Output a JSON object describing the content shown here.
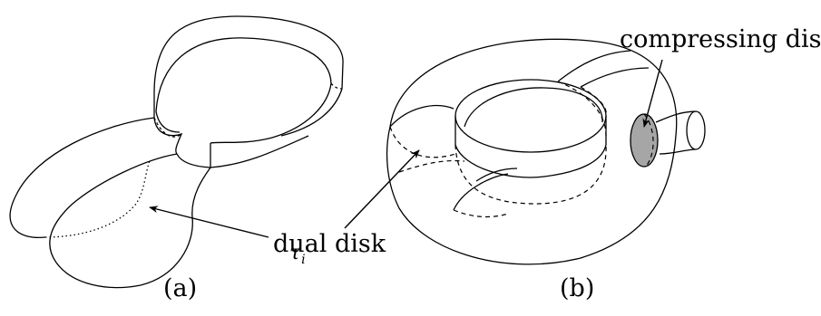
{
  "labels": {
    "tau_symbol": "τ",
    "tau_subscript": "i",
    "dual_disk": "dual disk",
    "compressing_disk": "compressing disk",
    "caption_a": "(a)",
    "caption_b": "(b)"
  },
  "colors": {
    "stroke": "#000000",
    "compressing_disk_fill": "#a6a6a6",
    "background": "#ffffff"
  }
}
